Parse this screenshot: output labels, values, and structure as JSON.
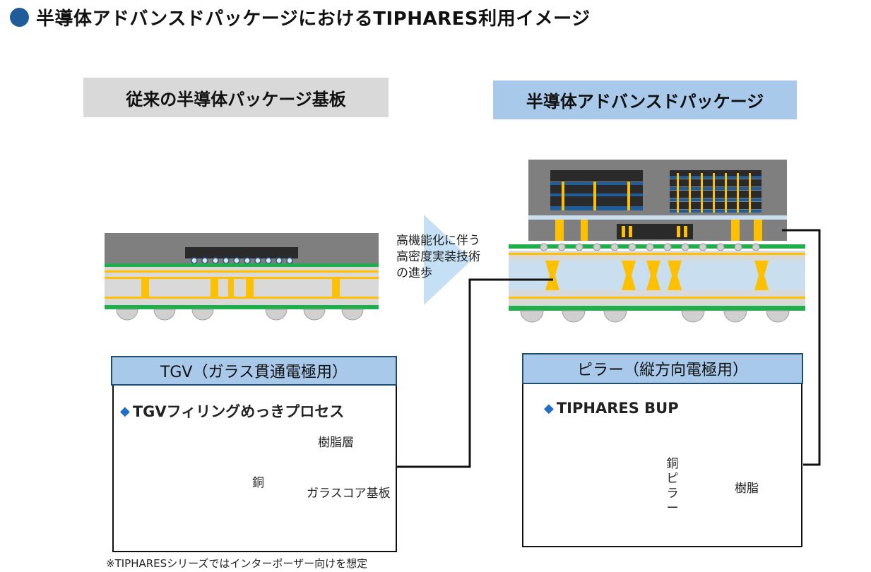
{
  "title": "半導体アドバンスドパッケージにおけるTIPHARES利用イメージ",
  "conventional_label": "従来の半導体パッケージ基板",
  "advanced_label": "半導体アドバンスドパッケージ",
  "arrow_text": [
    "高機能化に伴う",
    "高密度実装技術",
    "の進歩"
  ],
  "tgv": {
    "header": "TGV（ガラス貫通電極用）",
    "subtitle": "TGVフィリングめっきプロセス",
    "label_resin_layer": "樹脂層",
    "label_copper": "銅",
    "label_glass_core": "ガラスコア基板"
  },
  "pillar": {
    "header": "ピラー（縦方向電極用）",
    "subtitle": "TIPHARES BUP",
    "label_copper_pillar": "銅ピラー",
    "label_resin": "樹脂"
  },
  "footnote": "※TIPHARESシリーズではインターポーザー向けを想定",
  "colors": {
    "title_dot": "#1f5c99",
    "copper": "#ffc000",
    "glass": "#c9dff0",
    "resin_gray": "#7f7f7f",
    "green_layer": "#1fae4b",
    "header_blue": "#a9c9ea",
    "arrow": "#c5e0f4"
  }
}
